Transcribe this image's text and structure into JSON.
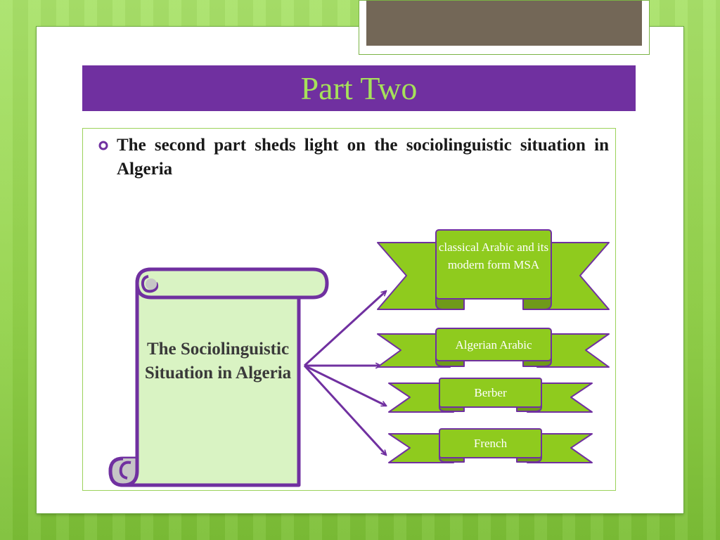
{
  "slide": {
    "title": "Part Two",
    "bullet": "The second part sheds light on the sociolinguistic situation in Algeria"
  },
  "diagram": {
    "center_label": "The Sociolinguistic Situation in Algeria",
    "branches": [
      {
        "label": "classical Arabic and its modern form MSA"
      },
      {
        "label": "Algerian Arabic"
      },
      {
        "label": "Berber"
      },
      {
        "label": "French"
      }
    ]
  },
  "colors": {
    "accent_purple": "#7030a0",
    "ribbon_green": "#8fcb1e",
    "title_text_green": "#a6e15a",
    "scroll_fill": "#d8f3c0"
  },
  "icons": {
    "bullet": "hollow-circle-bullet-icon",
    "center_shape": "vertical-scroll",
    "branch_shape": "ribbon-banner"
  }
}
